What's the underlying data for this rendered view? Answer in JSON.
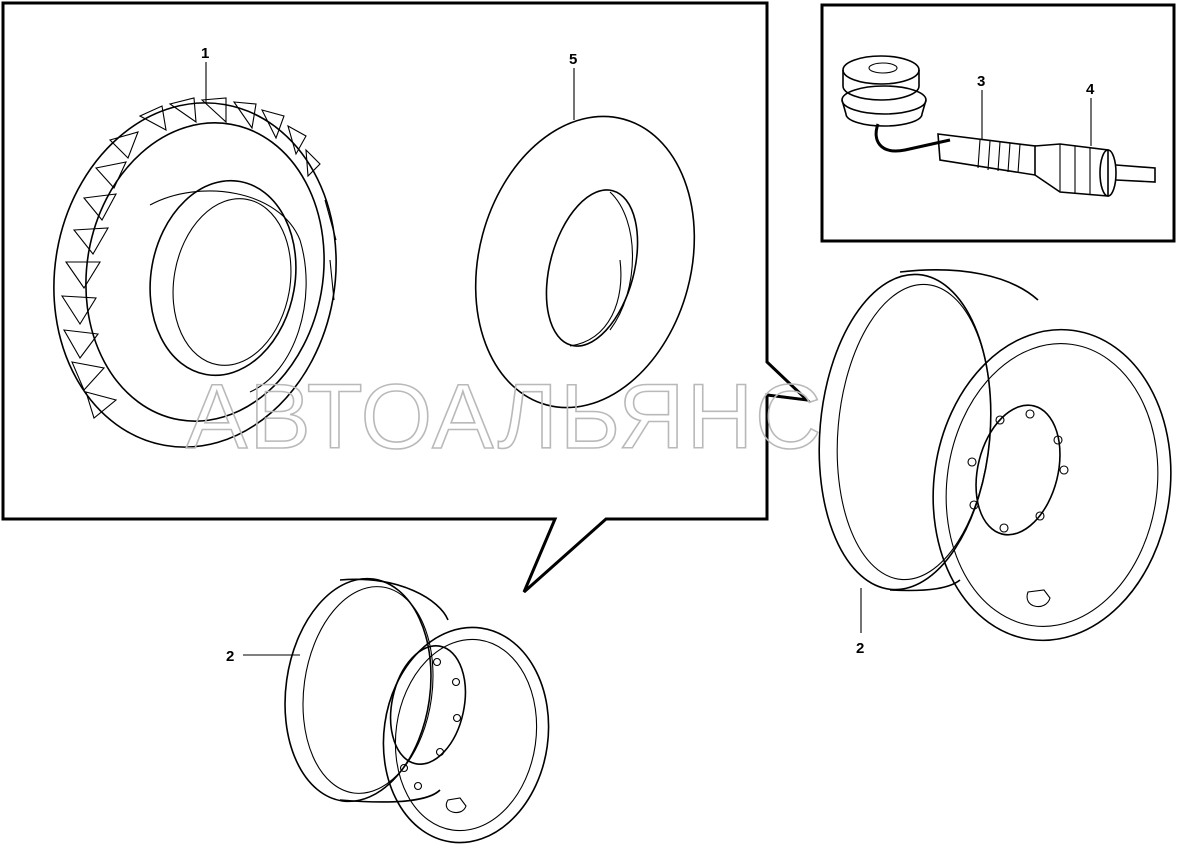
{
  "watermark": "АВТОАЛЬЯНС",
  "callouts": {
    "tire": "1",
    "rim_left": "2",
    "rim_right": "2",
    "valve_stem": "3",
    "valve_cap": "4",
    "flap": "5"
  }
}
